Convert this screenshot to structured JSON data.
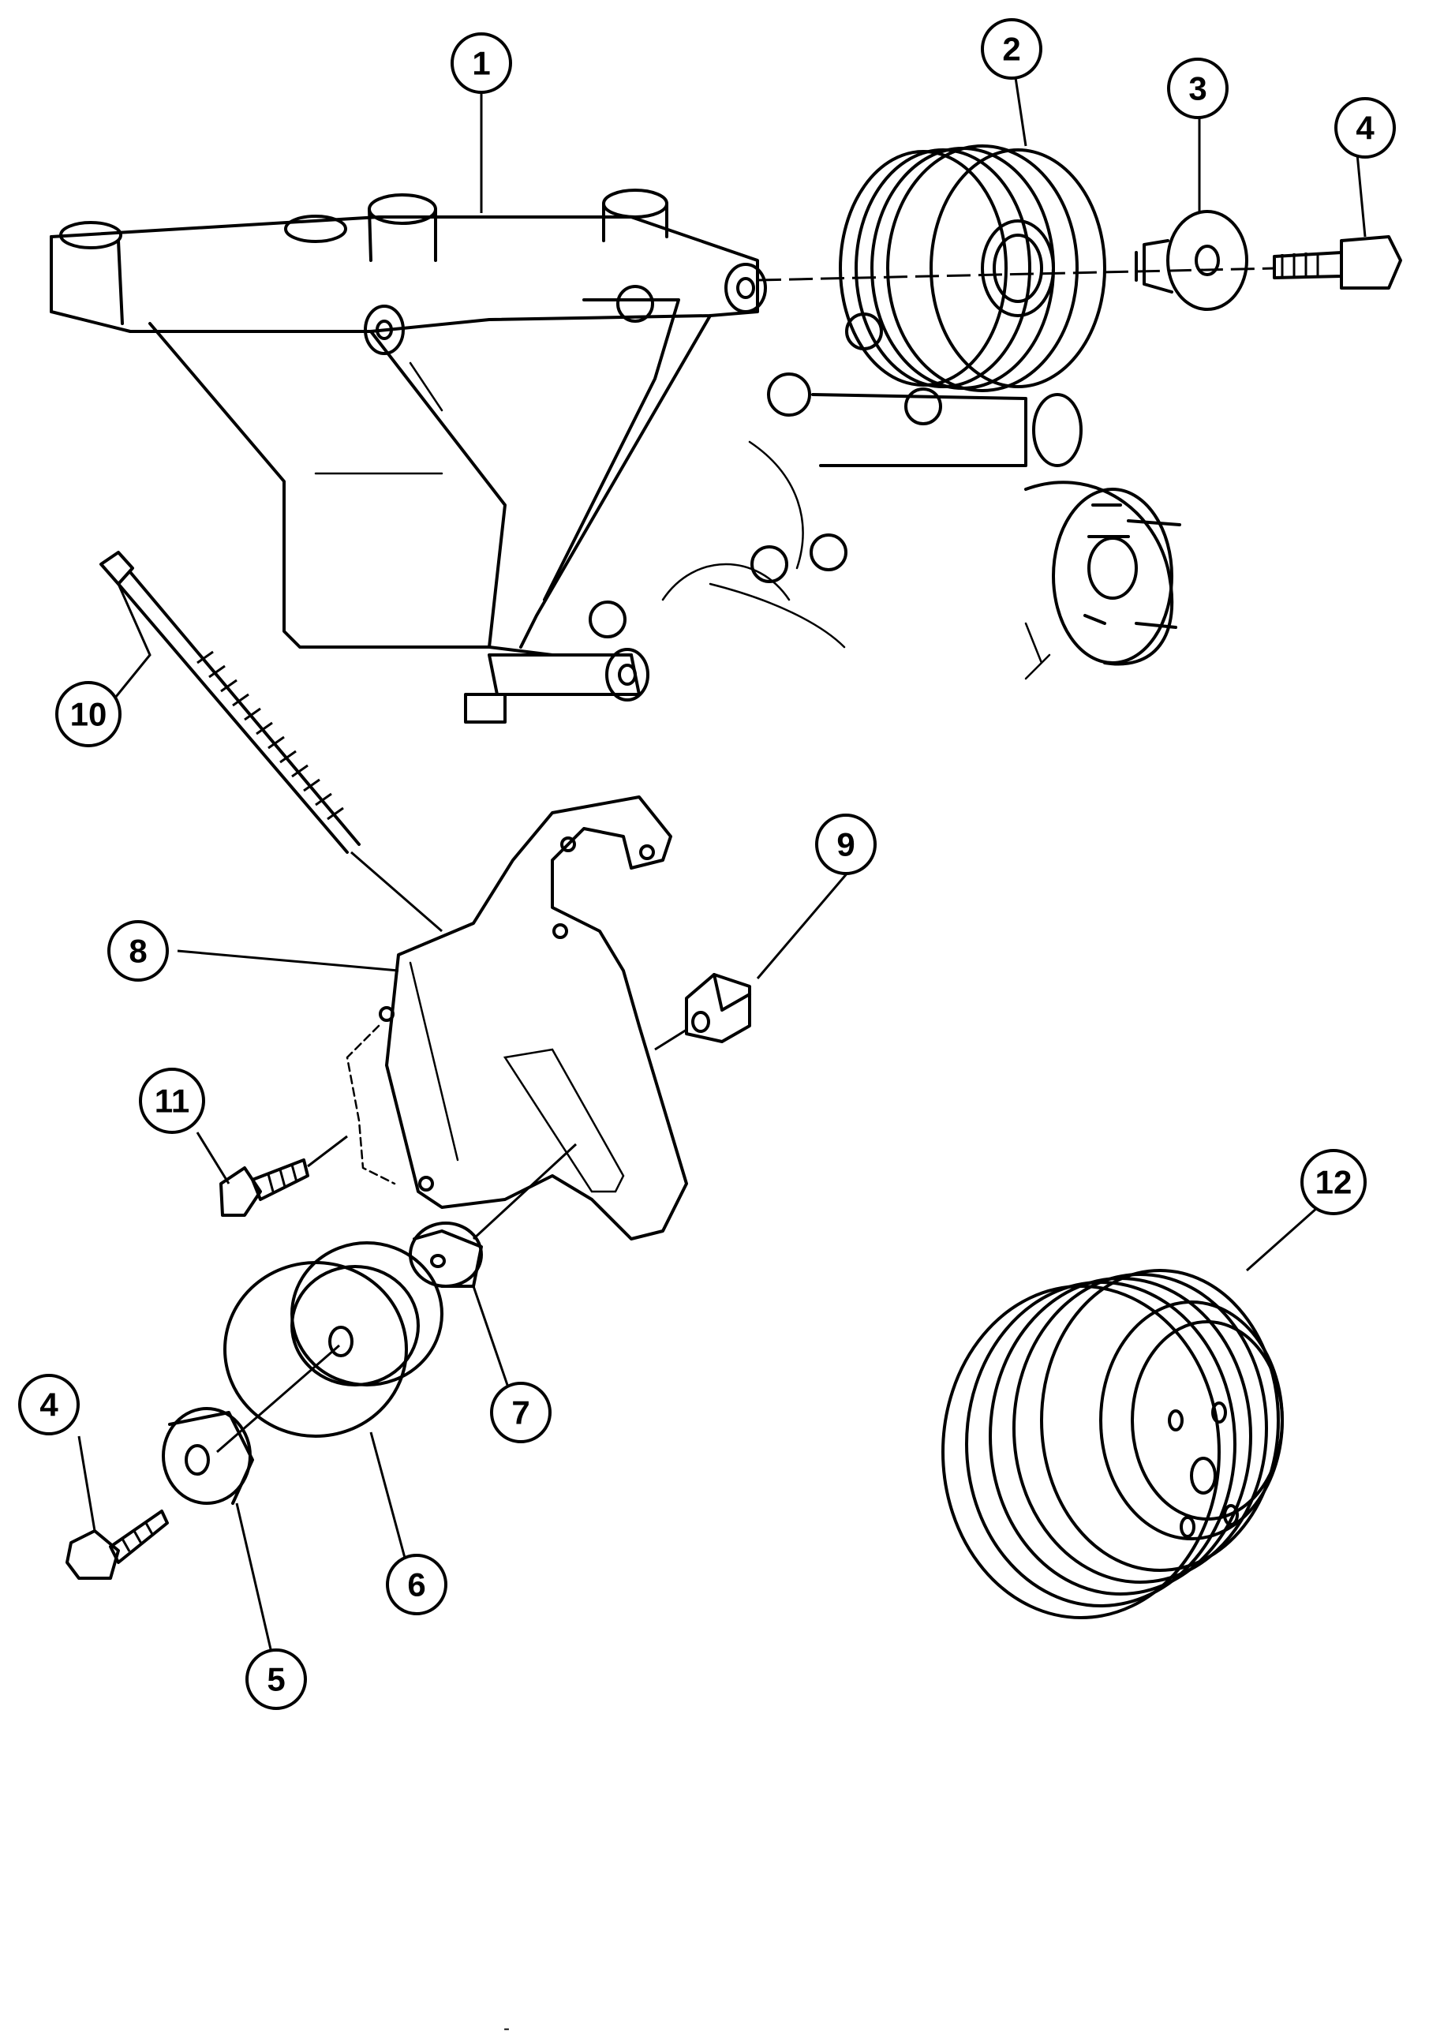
{
  "callouts": [
    {
      "label": "1"
    },
    {
      "label": "2"
    },
    {
      "label": "3"
    },
    {
      "label": "4"
    },
    {
      "label": "10"
    },
    {
      "label": "8"
    },
    {
      "label": "9"
    },
    {
      "label": "11"
    },
    {
      "label": "12"
    },
    {
      "label": "7"
    },
    {
      "label": "4"
    },
    {
      "label": "6"
    },
    {
      "label": "5"
    }
  ],
  "footer_mark": "-"
}
